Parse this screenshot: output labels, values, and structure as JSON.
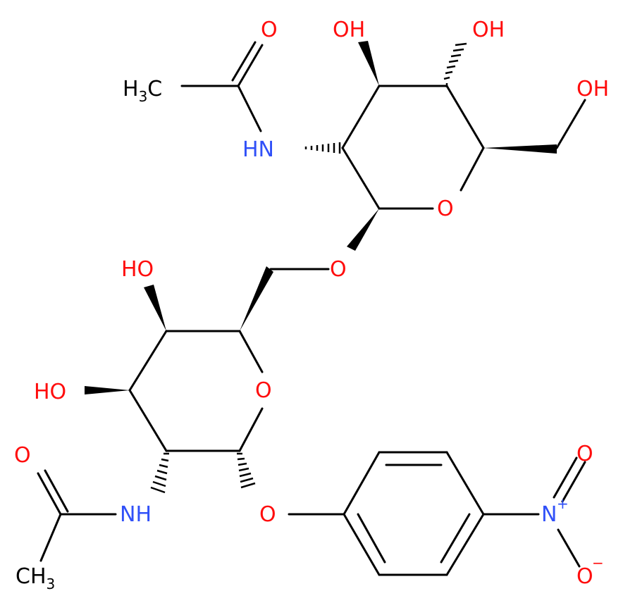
{
  "colors": {
    "bond": "#000000",
    "carbon": "#000000",
    "oxygen": "#ff0d0d",
    "nitrogen": "#3050f8"
  },
  "labels": {
    "ho_top_left": "OH",
    "ho_top_right": "OH",
    "ho_ch2oh": "OH",
    "o_carbonyl_top": "O",
    "nh_top": "HN",
    "h3c_top": "H",
    "h3c_top_sub": "3",
    "h3c_top_c": "C",
    "o_ring_top": "O",
    "o_glycosidic": "O",
    "ho_mid": "HO",
    "o_ring_bottom": "O",
    "ho_left": "HO",
    "o_carbonyl_bottom": "O",
    "nh_bottom": "NH",
    "ch3_bottom": "CH",
    "ch3_bottom_sub": "3",
    "o_phenoxy": "O",
    "n_nitro": "N",
    "n_nitro_charge": "+",
    "o_nitro_top": "O",
    "o_nitro_bottom": "O",
    "o_nitro_charge": "−"
  }
}
